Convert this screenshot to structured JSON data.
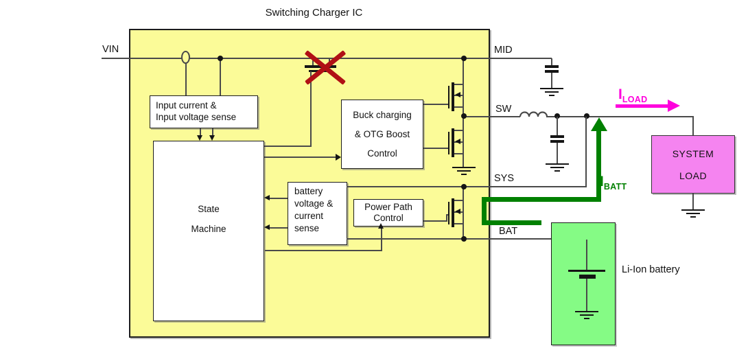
{
  "title": "Switching Charger IC",
  "pins": {
    "vin": "VIN",
    "mid": "MID",
    "sw": "SW",
    "sys": "SYS",
    "bat": "BAT"
  },
  "blocks": {
    "input_sense": {
      "line1": "Input current &",
      "line2": "Input voltage sense"
    },
    "state_machine": {
      "line1": "State",
      "line2": "Machine"
    },
    "buck_otg": {
      "line1": "Buck charging",
      "line2": "& OTG Boost",
      "line3": "Control"
    },
    "battery_sense": {
      "line1": "battery",
      "line2": "voltage &",
      "line3": "current",
      "line4": "sense"
    },
    "power_path": {
      "line1": "Power Path",
      "line2": "Control"
    },
    "system_load": {
      "line1": "SYSTEM",
      "line2": "LOAD"
    },
    "li_ion_battery": {
      "label": "Li-Ion battery"
    }
  },
  "currents": {
    "i_load": {
      "symbol": "I",
      "subscript": "LOAD"
    },
    "i_batt": {
      "symbol": "I",
      "subscript": "BATT"
    }
  },
  "colors": {
    "ic_fill": "#FBFB98",
    "block_fill": "#FFFFFF",
    "battery_fill": "#85FB85",
    "load_fill": "#F584F0",
    "wire": "#4A4A4A",
    "iload": "#FF00DD",
    "ibatt": "#008000",
    "cross": "#B01015",
    "text": "#111111"
  }
}
